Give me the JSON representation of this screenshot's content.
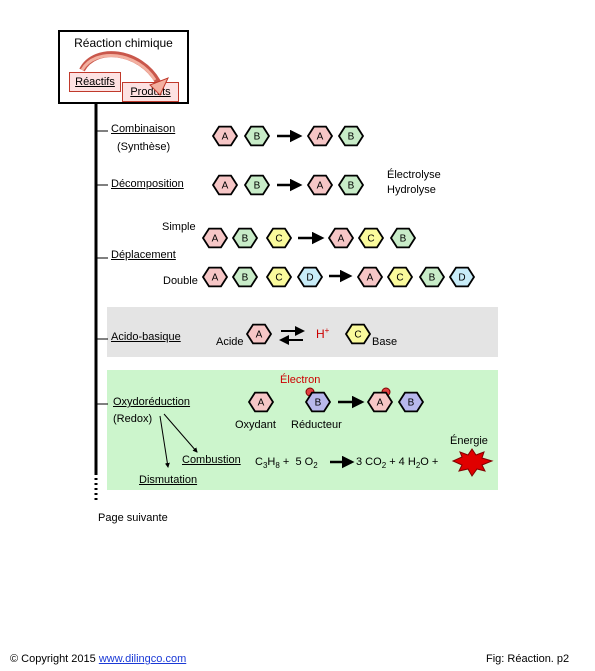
{
  "header": {
    "title": "Réaction chimique",
    "reactants": "Réactifs",
    "products": "Produits"
  },
  "items": {
    "combination": {
      "label": "Combinaison",
      "sub": "(Synthèse)"
    },
    "decomposition": {
      "label": "Décomposition",
      "note1": "Électrolyse",
      "note2": "Hydrolyse"
    },
    "displacement": {
      "label": "Déplacement",
      "simple": "Simple",
      "double": "Double"
    },
    "acidbase": {
      "label": "Acido-basique",
      "acid": "Acide",
      "base": "Base",
      "proton": "H",
      "proton_sup": "+"
    },
    "redox": {
      "label": "Oxydoréduction",
      "sub": "(Redox)",
      "electron": "Électron",
      "oxidant": "Oxydant",
      "reductant": "Réducteur",
      "combustion": "Combustion",
      "dismutation": "Dismutation",
      "energy": "Énergie",
      "eq": {
        "c": "C",
        "n3": "3",
        "h": "H",
        "n8": "8",
        "plus1": "+",
        "five": "5",
        "o": "O",
        "n2": "2",
        "rhs1": "3 CO",
        "n2b": "2",
        "rhs2": "+ 4 H",
        "n2c": "2",
        "rhs3": "O +"
      }
    }
  },
  "molecules": {
    "A": "A",
    "B": "B",
    "C": "C",
    "D": "D"
  },
  "colors": {
    "A": "#f6c6c6",
    "B": "#c8ecc8",
    "C": "#fafa9c",
    "D": "#c8ecf8",
    "Bred": "#b8b8ec",
    "electron": "#e04040",
    "energy": "#e00000",
    "proton": "#cc0000",
    "link": "#1a39d6"
  },
  "next_page": "Page suivante",
  "footer": {
    "copyright": "© Copyright 2015",
    "site": "www.dilingco.com",
    "fig": "Fig:  Réaction. p2"
  }
}
